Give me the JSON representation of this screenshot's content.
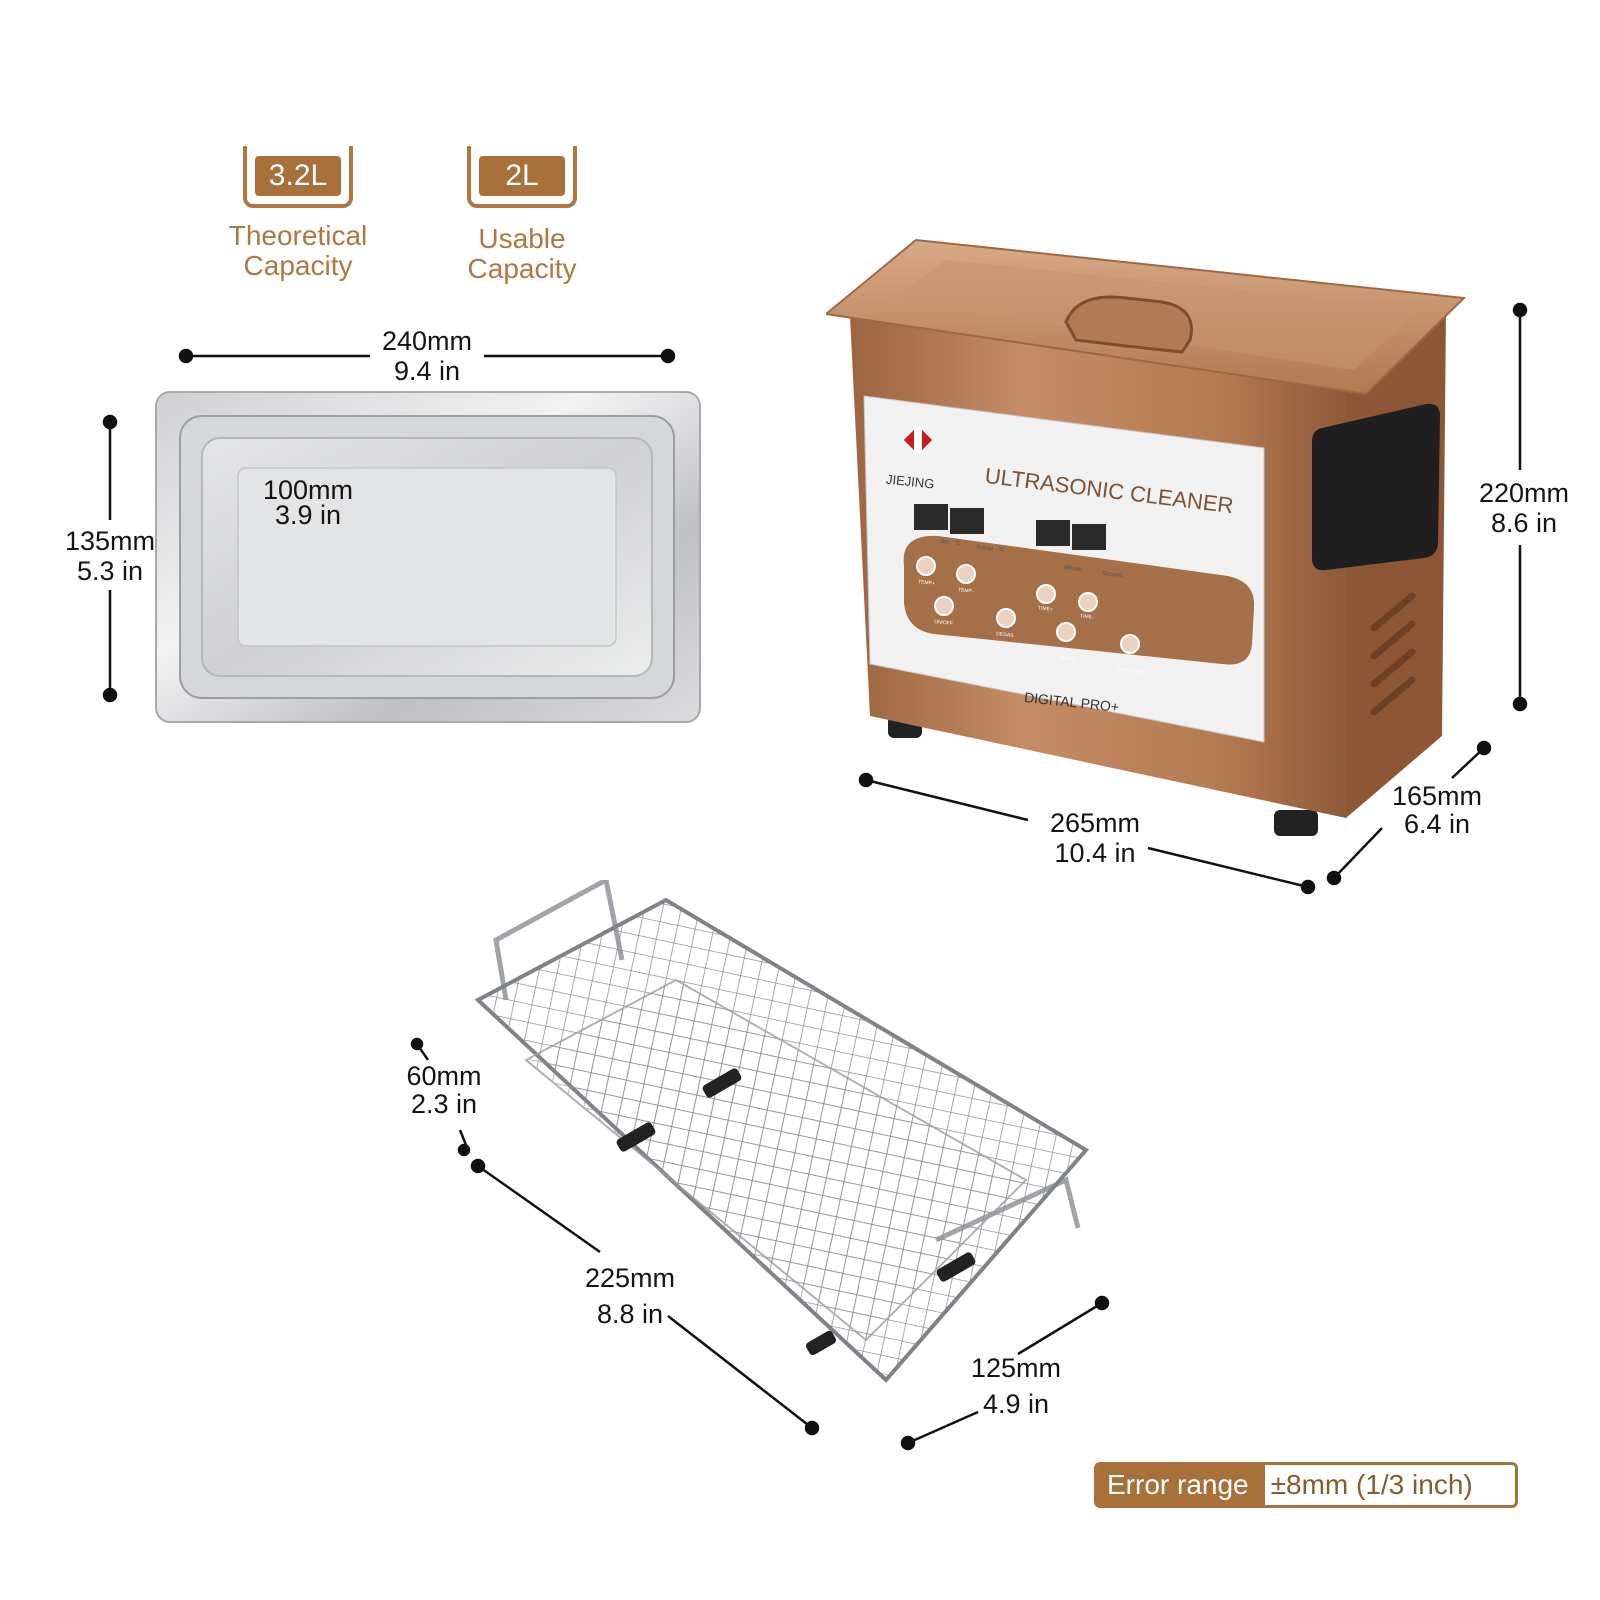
{
  "capacity": {
    "theoretical": {
      "value": "3.2L",
      "line1": "Theoretical",
      "line2": "Capacity"
    },
    "usable": {
      "value": "2L",
      "line1": "Usable",
      "line2": "Capacity"
    }
  },
  "tank": {
    "width_mm": "240mm",
    "width_in": "9.4 in",
    "height_mm": "135mm",
    "height_in": "5.3 in",
    "depth_mm": "100mm",
    "depth_in": "3.9 in"
  },
  "machine": {
    "brand": "JIEJING",
    "title": "ULTRASONIC CLEANER",
    "model": "DIGITAL PRO+",
    "height_mm": "220mm",
    "height_in": "8.6 in",
    "width_mm": "265mm",
    "width_in": "10.4 in",
    "depth_mm": "165mm",
    "depth_in": "6.4 in",
    "panel": {
      "set": "Set · °C",
      "actual": "Actual · °C",
      "minute": "Minute",
      "second": "Second",
      "btn_temp_up": "TEMP+",
      "btn_temp_down": "TEMP-",
      "btn_onoff_heat": "ON/OFF",
      "btn_degas": "DEGAS",
      "btn_time_up": "TIME+",
      "btn_time_down": "TIME-",
      "btn_onoff": "ON/OFF",
      "btn_semiwave": "SEMIWAVE"
    }
  },
  "basket": {
    "height_mm": "60mm",
    "height_in": "2.3 in",
    "length_mm": "225mm",
    "length_in": "8.8 in",
    "width_mm": "125mm",
    "width_in": "4.9 in"
  },
  "error_range": {
    "label": "Error range",
    "value": "±8mm (1/3 inch)"
  },
  "colors": {
    "brand": "#a8703a",
    "body": "#b97b4e"
  }
}
